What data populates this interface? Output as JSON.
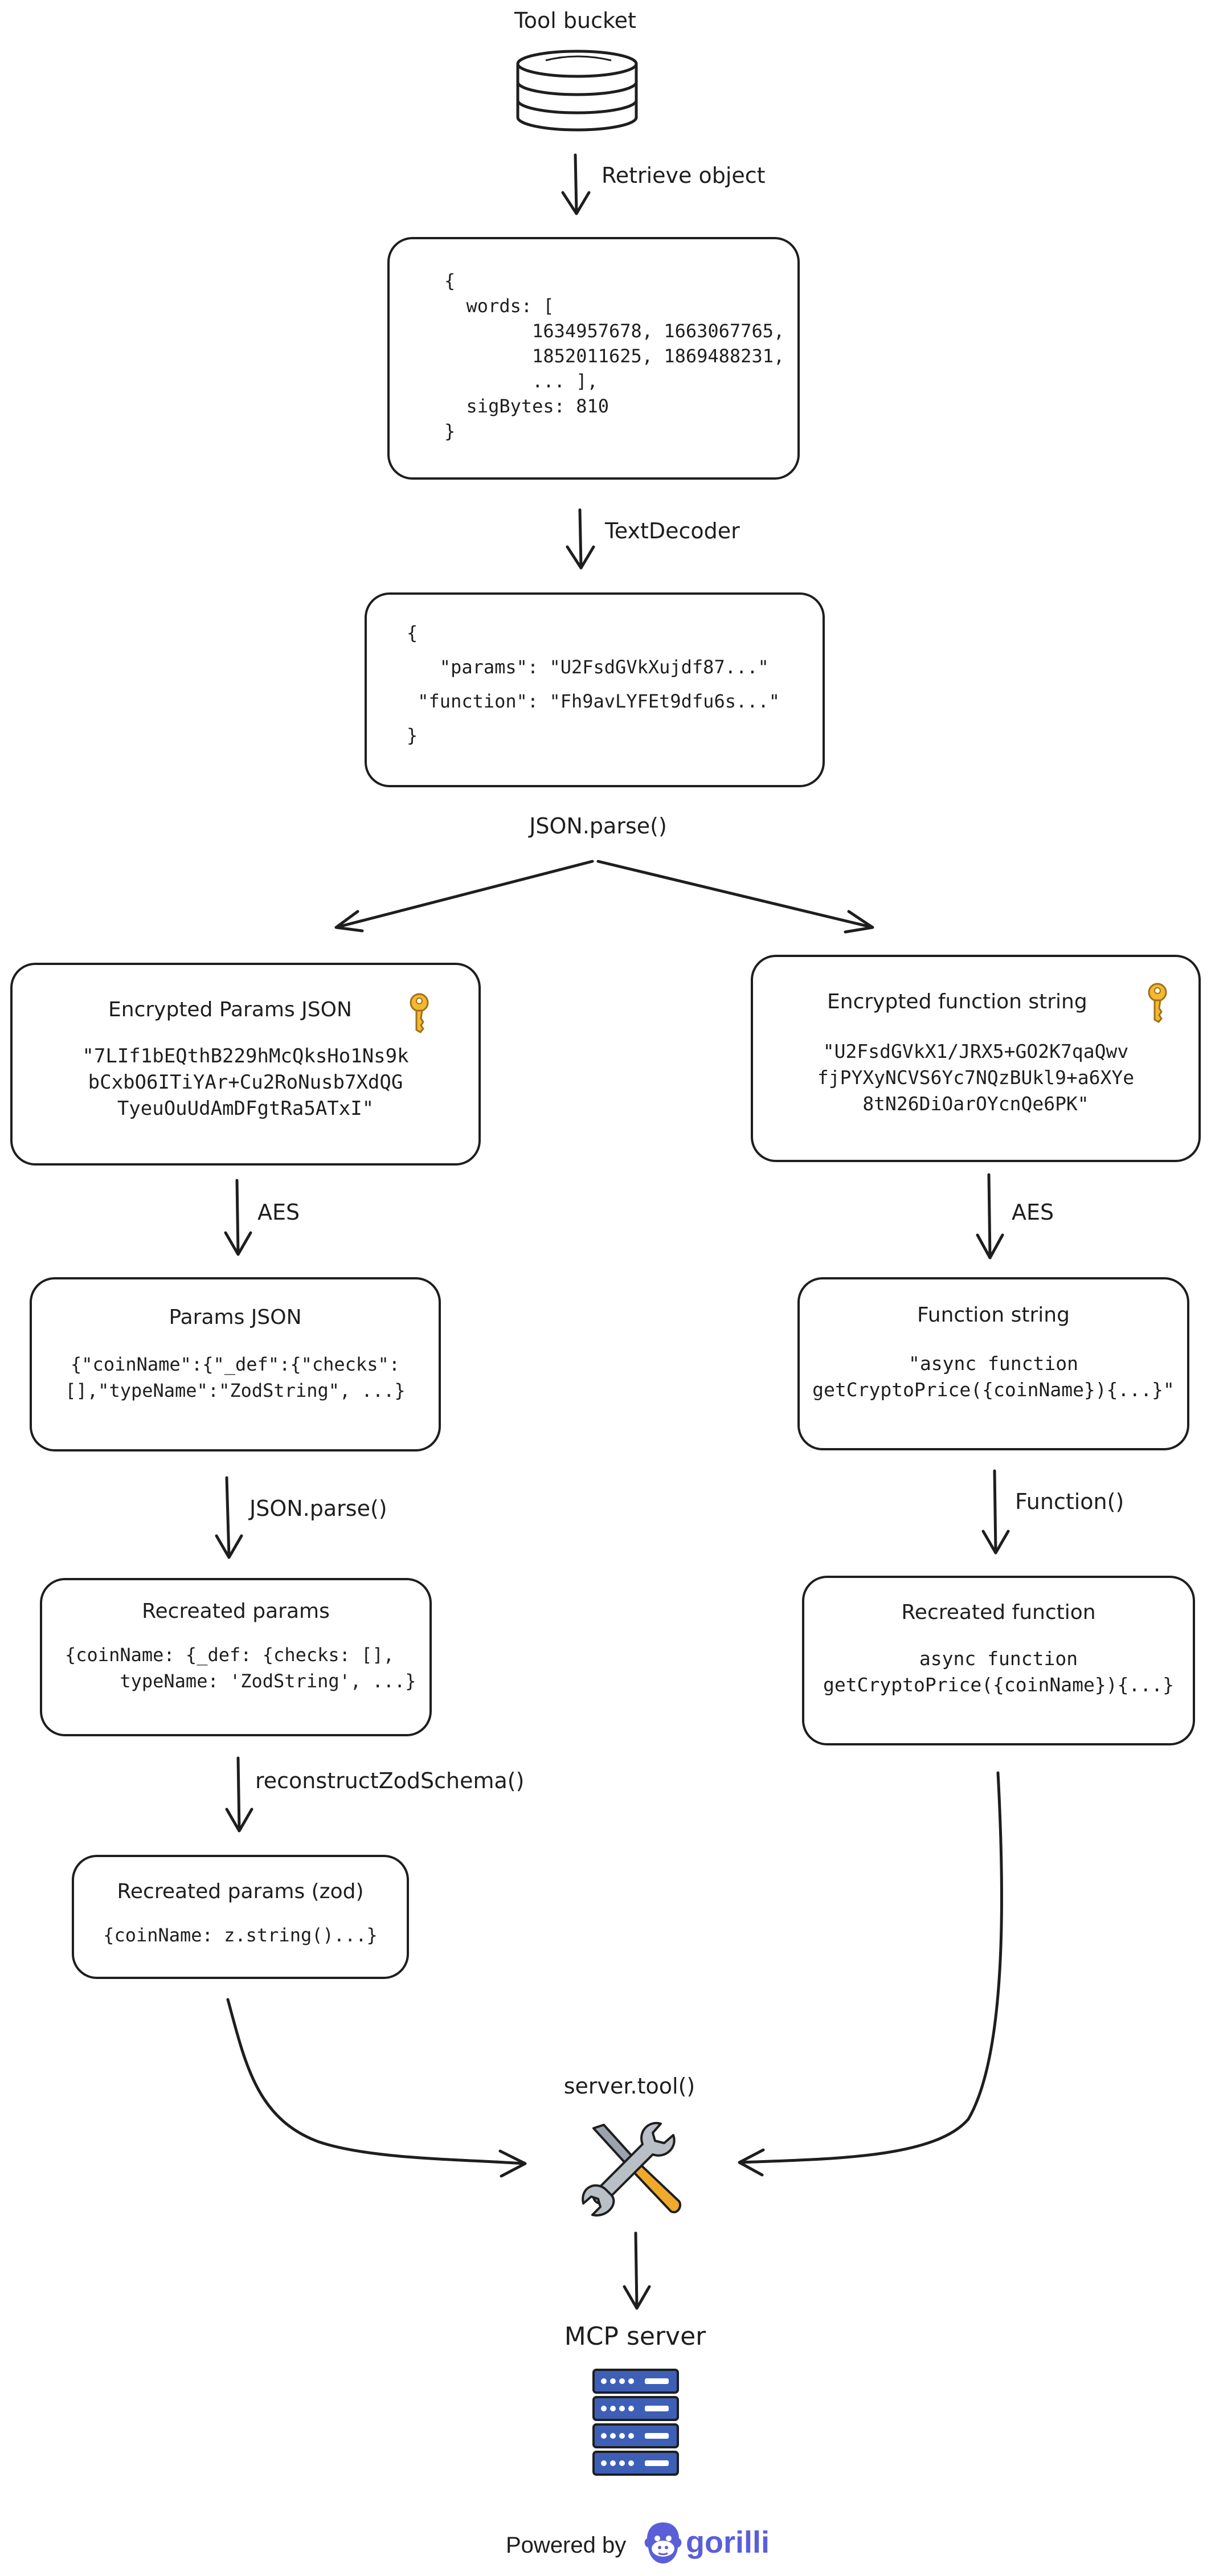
{
  "top": {
    "label": "Tool bucket"
  },
  "edges": {
    "retrieve": "Retrieve object",
    "decoder": "TextDecoder",
    "json_parse_1": "JSON.parse()",
    "aes_left": "AES",
    "aes_right": "AES",
    "json_parse_2": "JSON.parse()",
    "function_ctor": "Function()",
    "reconstruct": "reconstructZodSchema()"
  },
  "object_box": {
    "lines": [
      "{",
      "  words: [",
      "        1634957678, 1663067765,",
      "        1852011625, 1869488231,",
      "        ... ],",
      "  sigBytes: 810",
      "}"
    ]
  },
  "decoded_box": {
    "lines": [
      "{",
      "   \"params\": \"U2FsdGVkXujdf87...\"",
      " \"function\": \"Fh9avLYFEt9dfu6s...\"",
      "}"
    ]
  },
  "enc_params": {
    "title": "Encrypted Params JSON",
    "lines": [
      "\"7LIf1bEQthB229hMcQksHo1Ns9k",
      "bCxbO6ITiYAr+Cu2RoNusb7XdQG",
      "TyeuOuUdAmDFgtRa5ATxI\""
    ]
  },
  "enc_function": {
    "title": "Encrypted function string",
    "lines": [
      "\"U2FsdGVkX1/JRX5+GO2K7qaQwv",
      "fjPYXyNCVS6Yc7NQzBUkl9+a6XYe",
      "8tN26DiOarOYcnQe6PK\""
    ]
  },
  "params_json": {
    "title": "Params JSON",
    "lines": [
      "{\"coinName\":{\"_def\":{\"checks\":",
      "[],\"typeName\":\"ZodString\", ...}"
    ]
  },
  "function_string": {
    "title": "Function string",
    "lines": [
      "\"async function",
      "getCryptoPrice({coinName}){...}\""
    ]
  },
  "recreated_params": {
    "title": "Recreated params",
    "lines": [
      "{coinName: {_def: {checks: [],",
      "     typeName: 'ZodString', ...}"
    ]
  },
  "recreated_function": {
    "title": "Recreated function",
    "lines": [
      "async function",
      "getCryptoPrice({coinName}){...}"
    ]
  },
  "recreated_zod": {
    "title": "Recreated params (zod)",
    "lines": [
      "{coinName: z.string()...}"
    ]
  },
  "server_tool": {
    "label": "server.tool()"
  },
  "mcp": {
    "label": "MCP server"
  },
  "footer": {
    "prefix": "Powered by",
    "brand": "gorilli"
  },
  "colors": {
    "stroke": "#1e1e1e",
    "key": "#f5b82e",
    "server": "#3d5fb8",
    "wrench_handle": "#f0a92a",
    "brand": "#5a5fd8"
  }
}
